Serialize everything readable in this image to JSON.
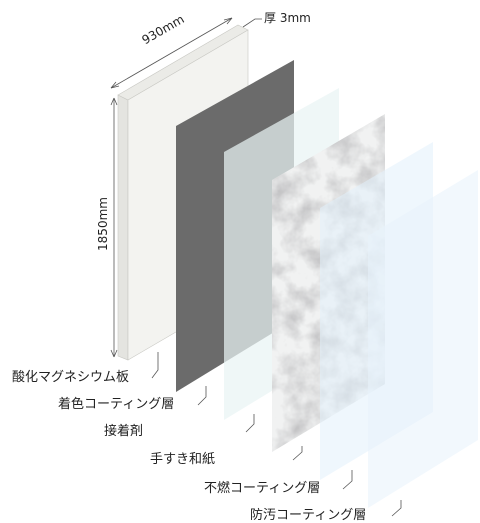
{
  "dimensions": {
    "thickness": "厚 3mm",
    "width": "930mm",
    "height": "1850mm"
  },
  "layers": [
    {
      "name": "酸化マグネシウム板",
      "color": "#f3f3f0"
    },
    {
      "name": "着色コーティング層",
      "color": "#6b6b6b"
    },
    {
      "name": "接着剤",
      "color": "#e9f4f4"
    },
    {
      "name": "手すき和紙",
      "color": "#f1f2f2"
    },
    {
      "name": "不燃コーティング層",
      "color": "#e2f0fb"
    },
    {
      "name": "防汚コーティング層",
      "color": "#e8f3fc"
    }
  ]
}
